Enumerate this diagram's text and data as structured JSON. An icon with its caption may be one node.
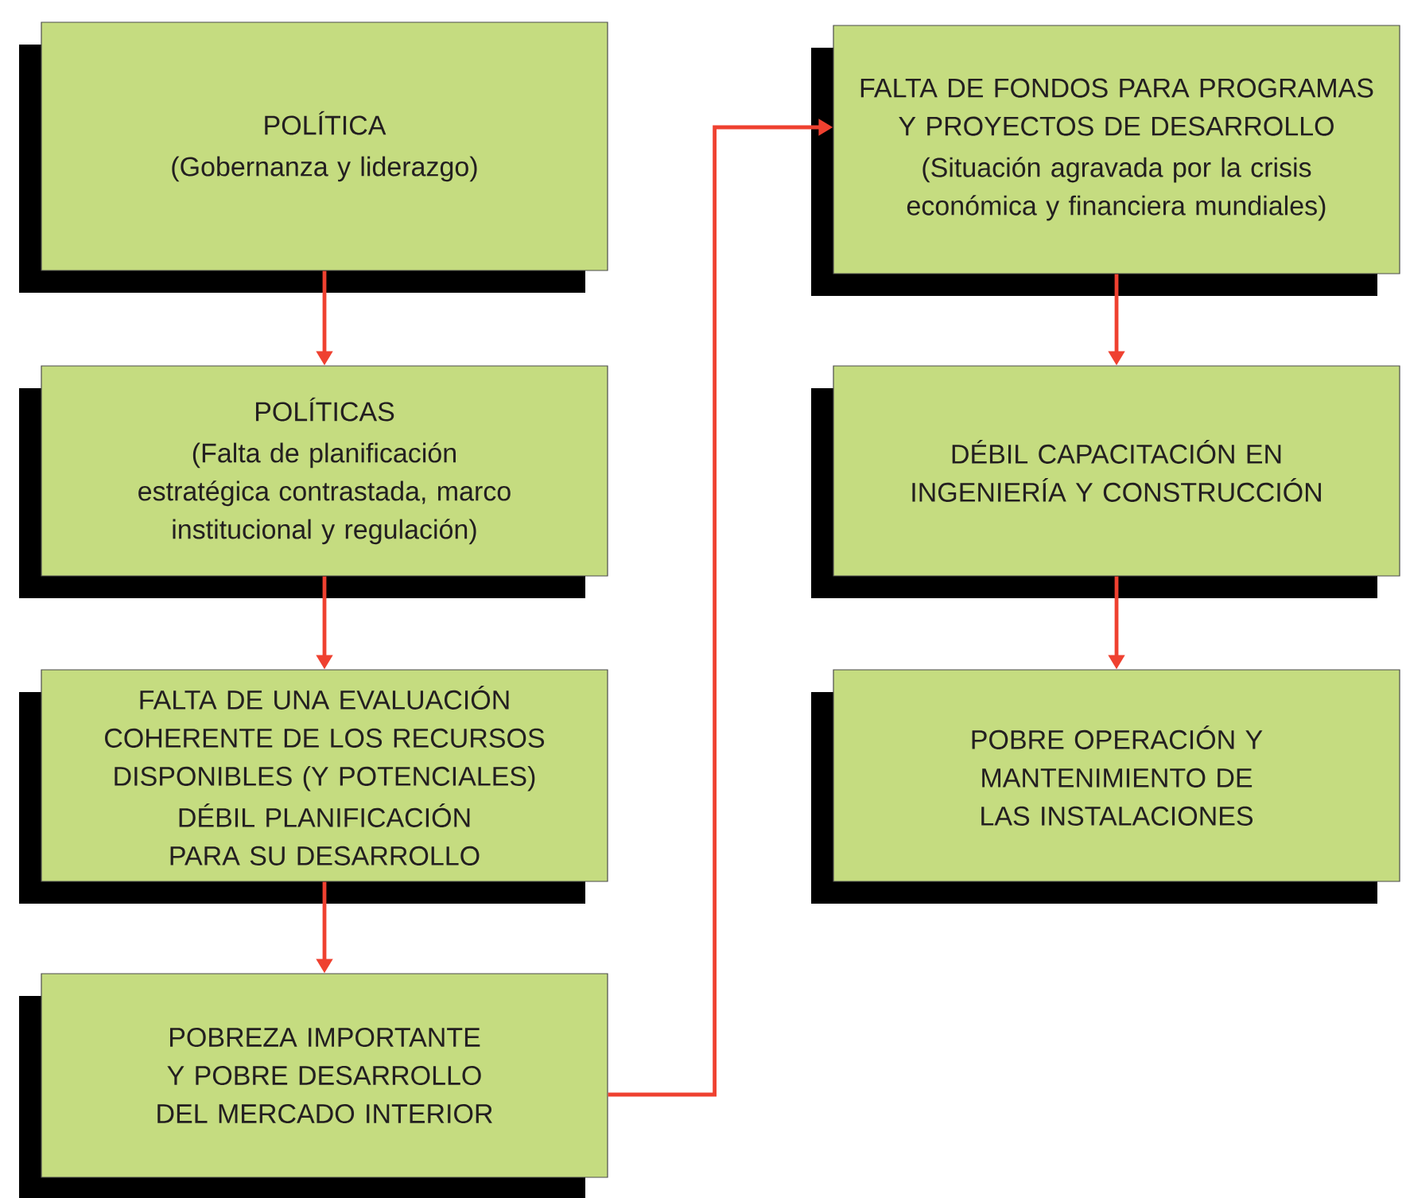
{
  "diagram": {
    "nodes": [
      {
        "text": [
          "POLÍTICA",
          "(Gobernanza y liderazgo)"
        ]
      },
      {
        "text": [
          "POLÍTICAS",
          "(Falta de planificación estratégica contrastada, marco institucional y regulación)"
        ]
      },
      {
        "text": [
          "FALTA DE UNA EVALUACIÓN COHERENTE DE LOS RECURSOS DISPONIBLES (Y POTENCIALES)",
          "DÉBIL PLANIFICACIÓN PARA SU DESARROLLO"
        ]
      },
      {
        "text": [
          "POBREZA IMPORTANTE Y POBRE DESARROLLO DEL MERCADO INTERIOR"
        ]
      },
      {
        "text": [
          "FALTA DE FONDOS PARA PROGRAMAS Y PROYECTOS DE DESARROLLO",
          "(Situación agravada por la crisis económica y financiera mundiales)"
        ]
      },
      {
        "text": [
          "DÉBIL CAPACITACIÓN EN INGENIERÍA Y CONSTRUCCIÓN"
        ]
      },
      {
        "text": [
          "POBRE OPERACIÓN Y MANTENIMIENTO DE LAS INSTALACIONES"
        ]
      }
    ],
    "edges": [
      {
        "from": 0,
        "to": 1,
        "arrow": "to"
      },
      {
        "from": 1,
        "to": 2,
        "arrow": "to"
      },
      {
        "from": 2,
        "to": 3,
        "arrow": "to"
      },
      {
        "from": 3,
        "to": 4,
        "arrow": "to"
      },
      {
        "from": 4,
        "to": 5,
        "arrow": "to"
      },
      {
        "from": 5,
        "to": 6,
        "arrow": "to"
      }
    ]
  }
}
